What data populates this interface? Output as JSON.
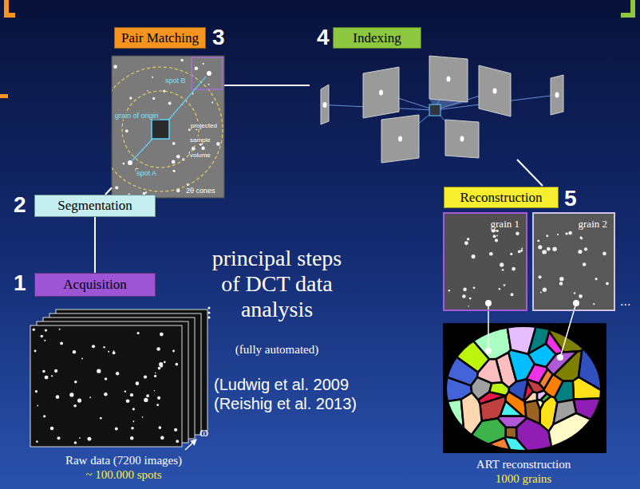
{
  "diagram": {
    "nodes": [
      {
        "text": [
          "Pair Matching"
        ]
      },
      {
        "text": [
          "Indexing"
        ]
      },
      {
        "text": [
          "spot B",
          "grain of origin",
          "projected sample volume",
          "spot A",
          "2θ cones"
        ]
      },
      {
        "text": [
          "Segmentation"
        ]
      },
      {
        "text": [
          "Reconstruction"
        ]
      },
      {
        "text": [
          "grain 1"
        ]
      },
      {
        "text": [
          "grain 2"
        ]
      },
      {
        "text": [
          "Acquisition"
        ]
      },
      {
        "text": [
          "Raw data (7200 images)",
          "~ 100.000 spots"
        ]
      },
      {
        "text": [
          "ART reconstruction",
          "1000 grains"
        ]
      }
    ],
    "edges": [
      {
        "from": 7,
        "to": 3,
        "arrow": "none"
      },
      {
        "from": 3,
        "to": 2,
        "arrow": "none"
      }
    ],
    "labels": [
      "3",
      "4",
      "2",
      "1",
      "5",
      "principal steps of DCT data analysis",
      "(fully automated)",
      "(Ludwig et al. 2009",
      "(Reishig et al. 2013)",
      "ω",
      "..."
    ]
  }
}
